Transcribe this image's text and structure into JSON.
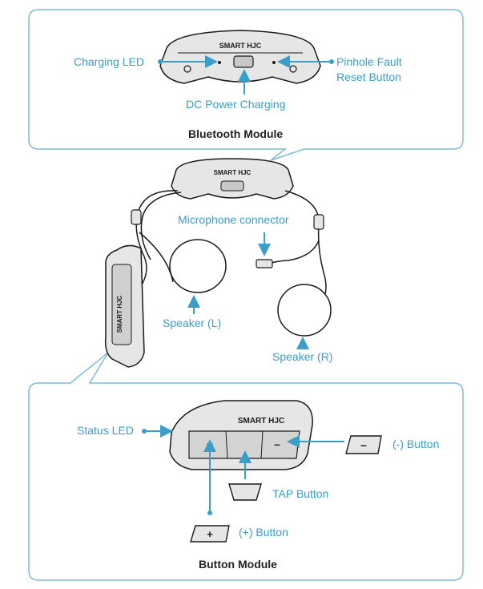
{
  "colors": {
    "accent": "#3b9ec9",
    "outline": "#1a1a1a",
    "panel_border": "#7fbcd8",
    "module_fill": "#d9d9d9"
  },
  "bluetooth_module": {
    "title": "Bluetooth Module",
    "device_brand": "SMART HJC",
    "charging_led": "Charging LED",
    "dc_power_charging": "DC Power Charging",
    "pinhole_line1": "Pinhole Fault",
    "pinhole_line2": "Reset Button"
  },
  "headset": {
    "device_brand": "SMART HJC",
    "microphone_connector": "Microphone connector",
    "speaker_left": "Speaker (L)",
    "speaker_right": "Speaker (R)"
  },
  "button_module": {
    "title": "Button Module",
    "device_brand": "SMART HJC",
    "status_led": "Status LED",
    "minus_button": "(-) Button",
    "tap_button": "TAP Button",
    "plus_button": "(+) Button",
    "plus_symbol": "+",
    "minus_symbol": "–"
  }
}
